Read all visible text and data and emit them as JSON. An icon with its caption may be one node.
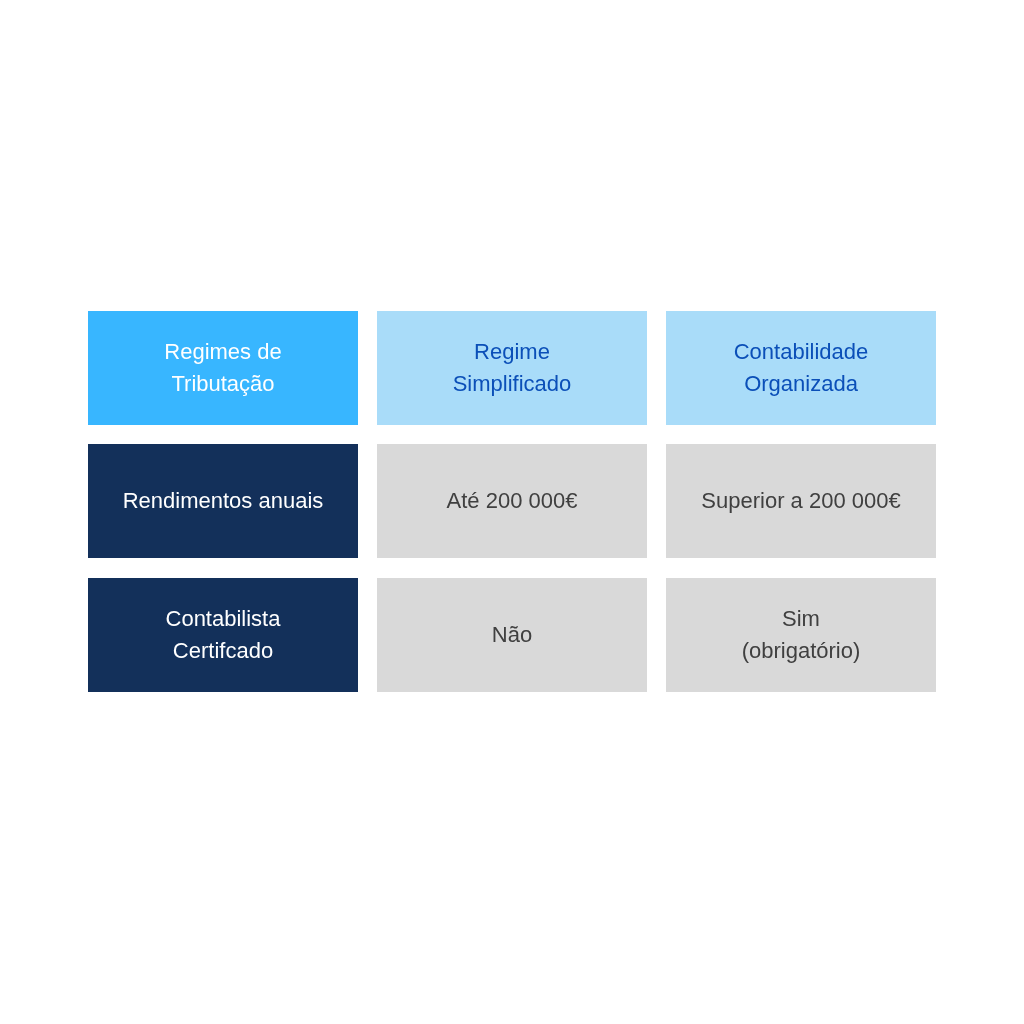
{
  "diagram": {
    "labels": [
      "Regimes de Tributação",
      "Regime Simplificado",
      "Contabilidade Organizada",
      "Rendimentos anuais",
      "Até 200 000€",
      "Superior a 200 000€",
      "Contabilista Certifcado",
      "Não",
      "Sim (obrigatório)"
    ]
  }
}
